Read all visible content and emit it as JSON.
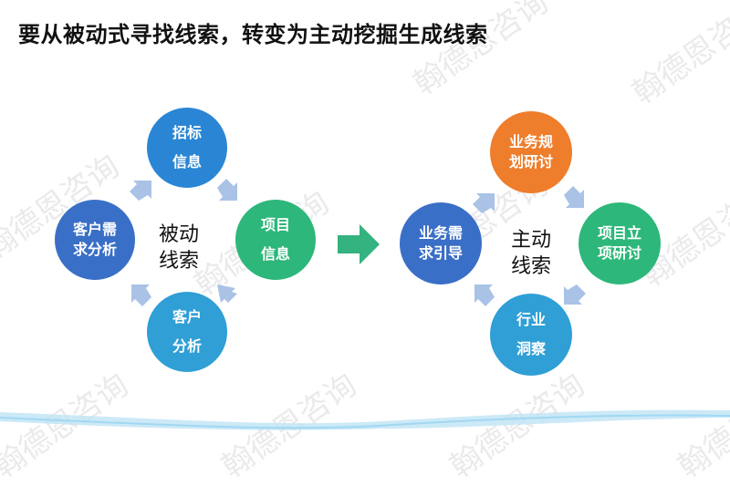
{
  "title": "要从被动式寻找线索，转变为主动挖掘生成线索",
  "watermark": "翰德恩咨询",
  "colors": {
    "blue_top": "#2a86d4",
    "green": "#2db77a",
    "cyan": "#2f9fd6",
    "indigo": "#3a6fc7",
    "orange": "#ee7d2c",
    "arrow_small": "#a9c2e6",
    "arrow_big": "#34b27f"
  },
  "passive": {
    "center": {
      "line1": "被动",
      "line2": "线索"
    },
    "nodes": [
      {
        "line1": "招标",
        "line2": "信息"
      },
      {
        "line1": "项目",
        "line2": "信息"
      },
      {
        "line1": "客户",
        "line2": "分析"
      },
      {
        "line1": "客户需",
        "line2": "求分析"
      }
    ]
  },
  "active": {
    "center": {
      "line1": "主动",
      "line2": "线索"
    },
    "nodes": [
      {
        "line1": "业务规",
        "line2": "划研讨"
      },
      {
        "line1": "项目立",
        "line2": "项研讨"
      },
      {
        "line1": "行业",
        "line2": "洞察"
      },
      {
        "line1": "业务需",
        "line2": "求引导"
      }
    ]
  },
  "chart_data": {
    "type": "diagram",
    "title": "要从被动式寻找线索，转变为主动挖掘生成线索",
    "cycles": [
      {
        "center": "被动线索",
        "steps": [
          "招标信息",
          "项目信息",
          "客户分析",
          "客户需求分析"
        ],
        "direction": "clockwise"
      },
      {
        "center": "主动线索",
        "steps": [
          "业务规划研讨",
          "项目立项研讨",
          "行业洞察",
          "业务需求引导"
        ],
        "direction": "clockwise"
      }
    ],
    "transition": "被动线索 → 主动线索"
  }
}
